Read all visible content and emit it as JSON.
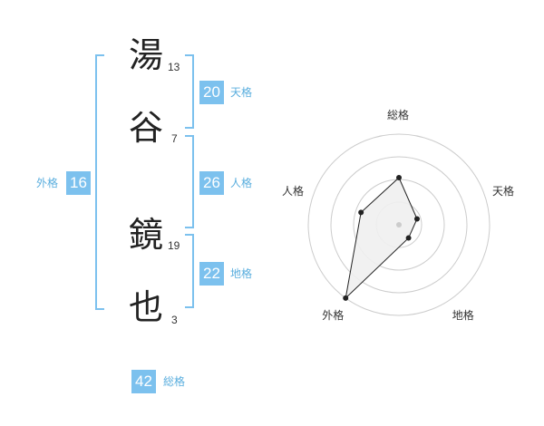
{
  "name": {
    "chars": [
      {
        "char": "湯",
        "strokes": "13"
      },
      {
        "char": "谷",
        "strokes": "7"
      },
      {
        "char": "鏡",
        "strokes": "19"
      },
      {
        "char": "也",
        "strokes": "3"
      }
    ]
  },
  "kaku": {
    "tenkaku": {
      "value": "20",
      "label": "天格"
    },
    "jinkaku": {
      "value": "26",
      "label": "人格"
    },
    "chikaku": {
      "value": "22",
      "label": "地格"
    },
    "gaikaku": {
      "value": "16",
      "label": "外格"
    },
    "soukaku": {
      "value": "42",
      "label": "総格"
    }
  },
  "radar": {
    "axes": [
      "総格",
      "天格",
      "地格",
      "外格",
      "人格"
    ],
    "levels": 4,
    "values": [
      0.52,
      0.21,
      0.18,
      1.0,
      0.44
    ]
  },
  "colors": {
    "accent": "#7cc1ee",
    "grid": "#cccccc",
    "fill": "#f0f0f0",
    "line": "#222222"
  }
}
